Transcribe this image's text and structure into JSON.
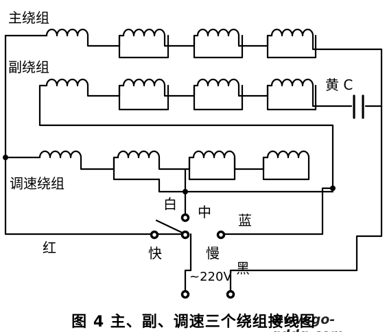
{
  "labels": {
    "main_winding": "主绕组",
    "aux_winding": "副绕组",
    "speed_winding": "调速绕组",
    "yellow_c": "黄 C",
    "white": "白",
    "middle": "中",
    "blue": "蓝",
    "red": "红",
    "fast": "快",
    "slow": "慢",
    "supply": "~220V",
    "black": "黑"
  },
  "caption": "图 4  主、副、调速三个绕组接线图",
  "watermark": "www.go-gddq.com"
}
